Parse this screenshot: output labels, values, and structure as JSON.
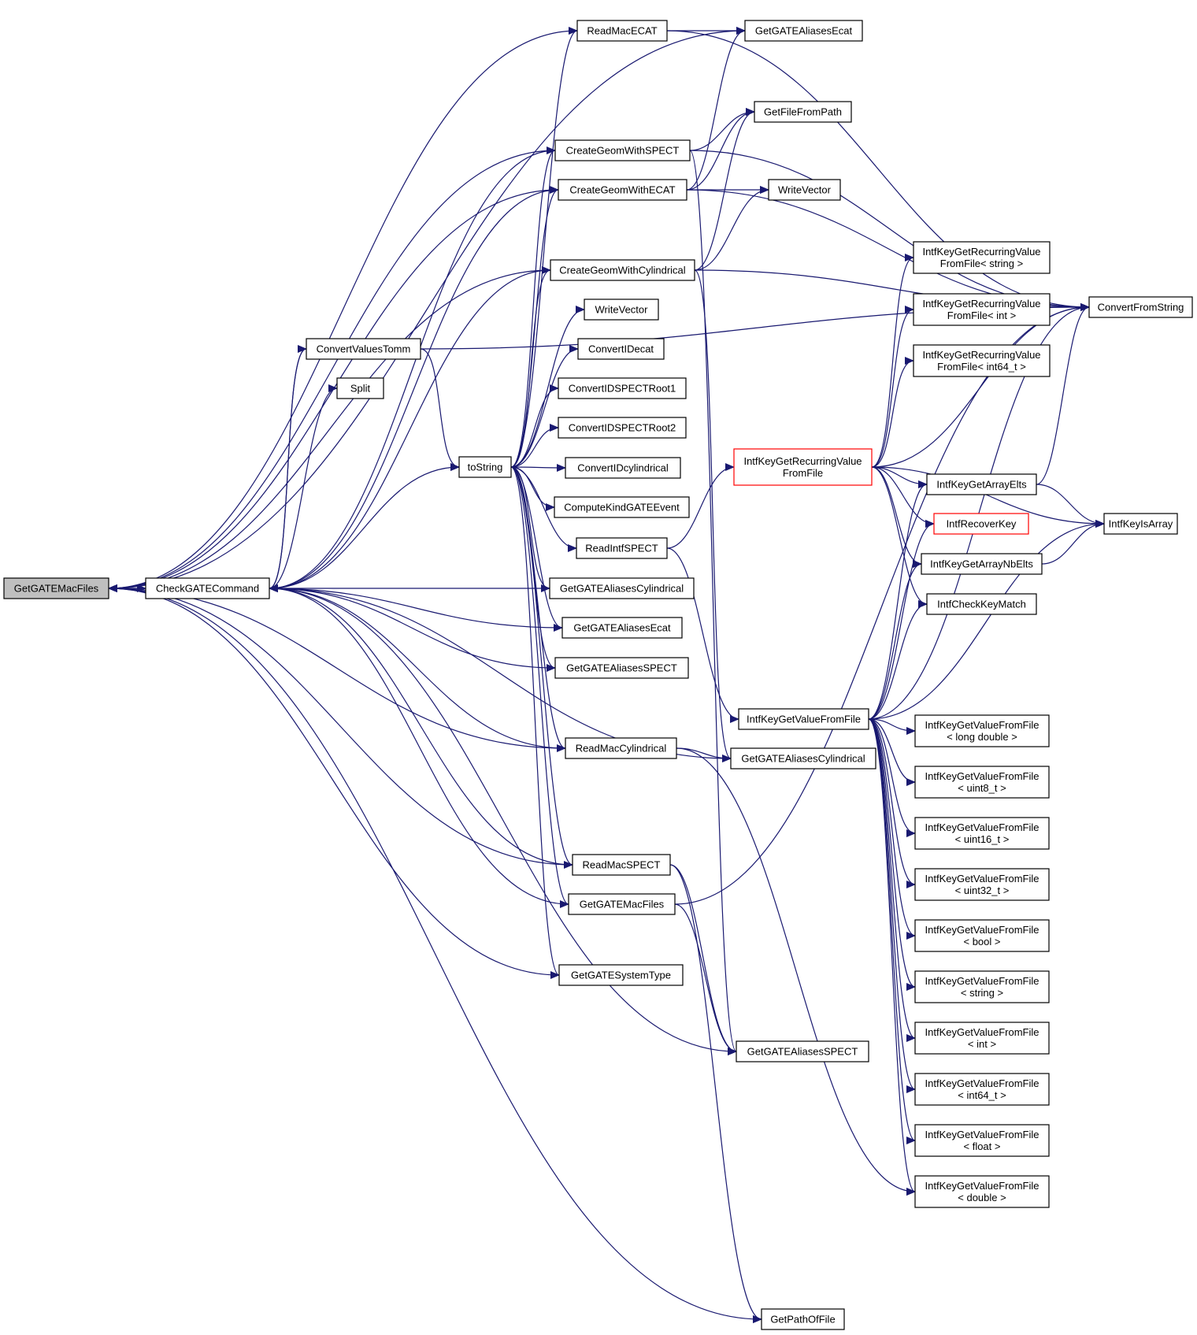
{
  "colors": {
    "edge": "#191970",
    "node_border": "#000000",
    "node_fill": "#ffffff",
    "selected_fill": "#bfbfbf",
    "highlight_border": "#ff0000"
  },
  "nodes": {
    "GetGATEMacFiles_main": [
      "GetGATEMacFiles"
    ],
    "CheckGATECommand": [
      "CheckGATECommand"
    ],
    "ReadMacECAT": [
      "ReadMacECAT"
    ],
    "GetGATEAliasesEcat_top": [
      "GetGATEAliasesEcat"
    ],
    "GetFileFromPath": [
      "GetFileFromPath"
    ],
    "CreateGeomWithSPECT": [
      "CreateGeomWithSPECT"
    ],
    "CreateGeomWithECAT": [
      "CreateGeomWithECAT"
    ],
    "WriteVector_right": [
      "WriteVector"
    ],
    "CreateGeomWithCylindrical": [
      "CreateGeomWithCylindrical"
    ],
    "WriteVector_mid": [
      "WriteVector"
    ],
    "ConvertValuesTomm": [
      "ConvertValuesTomm"
    ],
    "Split": [
      "Split"
    ],
    "ConvertIDecat": [
      "ConvertIDecat"
    ],
    "ConvertIDSPECTRoot1": [
      "ConvertIDSPECTRoot1"
    ],
    "ConvertIDSPECTRoot2": [
      "ConvertIDSPECTRoot2"
    ],
    "toString": [
      "toString"
    ],
    "ConvertIDcylindrical": [
      "ConvertIDcylindrical"
    ],
    "ComputeKindGATEEvent": [
      "ComputeKindGATEEvent"
    ],
    "ReadIntfSPECT": [
      "ReadIntfSPECT"
    ],
    "GetGATEAliasesCylindrical_mid": [
      "GetGATEAliasesCylindrical"
    ],
    "GetGATEAliasesEcat_mid": [
      "GetGATEAliasesEcat"
    ],
    "GetGATEAliasesSPECT_mid": [
      "GetGATEAliasesSPECT"
    ],
    "ReadMacCylindrical": [
      "ReadMacCylindrical"
    ],
    "GetGATEAliasesCylindrical_right": [
      "GetGATEAliasesCylindrical"
    ],
    "ReadMacSPECT": [
      "ReadMacSPECT"
    ],
    "GetGATEMacFiles_mid": [
      "GetGATEMacFiles"
    ],
    "GetGATESystemType": [
      "GetGATESystemType"
    ],
    "GetGATEAliasesSPECT_right": [
      "GetGATEAliasesSPECT"
    ],
    "GetPathOfFile": [
      "GetPathOfFile"
    ],
    "IntfKeyGetRecurringValueFromFile": [
      "IntfKeyGetRecurringValue",
      "FromFile"
    ],
    "IntfKeyGetValueFromFile": [
      "IntfKeyGetValueFromFile"
    ],
    "RecurString": [
      "IntfKeyGetRecurringValue",
      "FromFile< string >"
    ],
    "RecurInt": [
      "IntfKeyGetRecurringValue",
      "FromFile< int >"
    ],
    "RecurInt64": [
      "IntfKeyGetRecurringValue",
      "FromFile< int64_t >"
    ],
    "IntfKeyGetArrayElts": [
      "IntfKeyGetArrayElts"
    ],
    "IntfRecoverKey": [
      "IntfRecoverKey"
    ],
    "IntfKeyGetArrayNbElts": [
      "IntfKeyGetArrayNbElts"
    ],
    "IntfCheckKeyMatch": [
      "IntfCheckKeyMatch"
    ],
    "ConvertFromString": [
      "ConvertFromString"
    ],
    "IntfKeyIsArray": [
      "IntfKeyIsArray"
    ],
    "ValLongDouble": [
      "IntfKeyGetValueFromFile",
      "< long double >"
    ],
    "ValUint8": [
      "IntfKeyGetValueFromFile",
      "< uint8_t >"
    ],
    "ValUint16": [
      "IntfKeyGetValueFromFile",
      "< uint16_t >"
    ],
    "ValUint32": [
      "IntfKeyGetValueFromFile",
      "< uint32_t >"
    ],
    "ValBool": [
      "IntfKeyGetValueFromFile",
      "< bool >"
    ],
    "ValString": [
      "IntfKeyGetValueFromFile",
      "< string >"
    ],
    "ValInt": [
      "IntfKeyGetValueFromFile",
      "< int >"
    ],
    "ValInt64": [
      "IntfKeyGetValueFromFile",
      "< int64_t >"
    ],
    "ValFloat": [
      "IntfKeyGetValueFromFile",
      "< float >"
    ],
    "ValDouble": [
      "IntfKeyGetValueFromFile",
      "< double >"
    ]
  },
  "edges": [
    [
      "GetGATEMacFiles_main",
      "CheckGATECommand"
    ],
    [
      "ReadMacECAT",
      "GetGATEMacFiles_main"
    ],
    [
      "GetGATEAliasesEcat_top",
      "GetGATEMacFiles_main"
    ],
    [
      "CreateGeomWithSPECT",
      "GetGATEMacFiles_main"
    ],
    [
      "CreateGeomWithECAT",
      "GetGATEMacFiles_main"
    ],
    [
      "CreateGeomWithCylindrical",
      "GetGATEMacFiles_main"
    ],
    [
      "ReadMacCylindrical",
      "GetGATEMacFiles_main"
    ],
    [
      "ReadMacSPECT",
      "GetGATEMacFiles_main"
    ],
    [
      "GetGATESystemType",
      "GetGATEMacFiles_main"
    ],
    [
      "GetGATEMacFiles_main",
      "GetPathOfFile"
    ],
    [
      "ReadMacECAT",
      "GetGATEAliasesEcat_top"
    ],
    [
      "ReadMacECAT",
      "ConvertFromString"
    ],
    [
      "CreateGeomWithSPECT",
      "CheckGATECommand"
    ],
    [
      "CreateGeomWithSPECT",
      "GetFileFromPath"
    ],
    [
      "CreateGeomWithSPECT",
      "ConvertFromString"
    ],
    [
      "CreateGeomWithSPECT",
      "GetGATEAliasesSPECT_right"
    ],
    [
      "CreateGeomWithECAT",
      "CheckGATECommand"
    ],
    [
      "CreateGeomWithECAT",
      "GetGATEAliasesEcat_top"
    ],
    [
      "CreateGeomWithECAT",
      "GetFileFromPath"
    ],
    [
      "CreateGeomWithECAT",
      "WriteVector_right"
    ],
    [
      "CreateGeomWithECAT",
      "ConvertFromString"
    ],
    [
      "CreateGeomWithCylindrical",
      "CheckGATECommand"
    ],
    [
      "CreateGeomWithCylindrical",
      "GetFileFromPath"
    ],
    [
      "CreateGeomWithCylindrical",
      "WriteVector_right"
    ],
    [
      "CreateGeomWithCylindrical",
      "ConvertFromString"
    ],
    [
      "CreateGeomWithCylindrical",
      "GetGATEAliasesCylindrical_right"
    ],
    [
      "ConvertValuesTomm",
      "CheckGATECommand"
    ],
    [
      "ConvertValuesTomm",
      "ConvertFromString"
    ],
    [
      "ConvertValuesTomm",
      "toString"
    ],
    [
      "CheckGATECommand",
      "ConvertValuesTomm"
    ],
    [
      "CheckGATECommand",
      "Split"
    ],
    [
      "CheckGATECommand",
      "toString"
    ],
    [
      "toString",
      "ReadMacECAT"
    ],
    [
      "toString",
      "CreateGeomWithSPECT"
    ],
    [
      "toString",
      "CreateGeomWithECAT"
    ],
    [
      "toString",
      "CreateGeomWithCylindrical"
    ],
    [
      "toString",
      "WriteVector_mid"
    ],
    [
      "toString",
      "ConvertIDecat"
    ],
    [
      "toString",
      "ConvertIDSPECTRoot1"
    ],
    [
      "toString",
      "ConvertIDSPECTRoot2"
    ],
    [
      "toString",
      "ConvertIDcylindrical"
    ],
    [
      "toString",
      "ComputeKindGATEEvent"
    ],
    [
      "toString",
      "ReadIntfSPECT"
    ],
    [
      "toString",
      "GetGATEAliasesCylindrical_mid"
    ],
    [
      "toString",
      "GetGATEAliasesEcat_mid"
    ],
    [
      "toString",
      "GetGATEAliasesSPECT_mid"
    ],
    [
      "toString",
      "ReadMacCylindrical"
    ],
    [
      "toString",
      "ReadMacSPECT"
    ],
    [
      "toString",
      "GetGATEMacFiles_mid"
    ],
    [
      "toString",
      "GetGATESystemType"
    ],
    [
      "GetGATEAliasesCylindrical_mid",
      "CheckGATECommand"
    ],
    [
      "GetGATEAliasesEcat_mid",
      "CheckGATECommand"
    ],
    [
      "GetGATEAliasesSPECT_mid",
      "CheckGATECommand"
    ],
    [
      "GetGATEAliasesCylindrical_right",
      "CheckGATECommand"
    ],
    [
      "ReadMacCylindrical",
      "CheckGATECommand"
    ],
    [
      "ReadMacCylindrical",
      "GetGATEAliasesCylindrical_right"
    ],
    [
      "ReadMacCylindrical",
      "ValDouble"
    ],
    [
      "ReadMacSPECT",
      "CheckGATECommand"
    ],
    [
      "ReadMacSPECT",
      "GetGATEAliasesSPECT_right"
    ],
    [
      "ReadMacSPECT",
      "GetPathOfFile"
    ],
    [
      "GetGATEMacFiles_mid",
      "CheckGATECommand"
    ],
    [
      "GetGATEMacFiles_mid",
      "GetGATEAliasesSPECT_right"
    ],
    [
      "GetGATEAliasesSPECT_right",
      "CheckGATECommand"
    ],
    [
      "ReadIntfSPECT",
      "IntfKeyGetRecurringValueFromFile"
    ],
    [
      "ReadIntfSPECT",
      "IntfKeyGetValueFromFile"
    ],
    [
      "IntfKeyGetRecurringValueFromFile",
      "RecurString"
    ],
    [
      "IntfKeyGetRecurringValueFromFile",
      "RecurInt"
    ],
    [
      "IntfKeyGetRecurringValueFromFile",
      "RecurInt64"
    ],
    [
      "IntfKeyGetRecurringValueFromFile",
      "ConvertFromString"
    ],
    [
      "IntfKeyGetRecurringValueFromFile",
      "IntfKeyGetArrayElts"
    ],
    [
      "IntfKeyGetRecurringValueFromFile",
      "IntfRecoverKey"
    ],
    [
      "IntfKeyGetRecurringValueFromFile",
      "IntfKeyGetArrayNbElts"
    ],
    [
      "IntfKeyGetRecurringValueFromFile",
      "IntfCheckKeyMatch"
    ],
    [
      "IntfKeyGetRecurringValueFromFile",
      "IntfKeyIsArray"
    ],
    [
      "IntfKeyGetArrayElts",
      "ConvertFromString"
    ],
    [
      "IntfKeyGetArrayElts",
      "IntfKeyIsArray"
    ],
    [
      "IntfKeyGetArrayNbElts",
      "IntfKeyIsArray"
    ],
    [
      "IntfKeyGetValueFromFile",
      "IntfKeyGetArrayElts"
    ],
    [
      "IntfKeyGetValueFromFile",
      "IntfRecoverKey"
    ],
    [
      "IntfKeyGetValueFromFile",
      "IntfKeyGetArrayNbElts"
    ],
    [
      "IntfKeyGetValueFromFile",
      "IntfCheckKeyMatch"
    ],
    [
      "IntfKeyGetValueFromFile",
      "ConvertFromString"
    ],
    [
      "IntfKeyGetValueFromFile",
      "IntfKeyIsArray"
    ],
    [
      "IntfKeyGetValueFromFile",
      "ValLongDouble"
    ],
    [
      "IntfKeyGetValueFromFile",
      "ValUint8"
    ],
    [
      "IntfKeyGetValueFromFile",
      "ValUint16"
    ],
    [
      "IntfKeyGetValueFromFile",
      "ValUint32"
    ],
    [
      "IntfKeyGetValueFromFile",
      "ValBool"
    ],
    [
      "IntfKeyGetValueFromFile",
      "ValString"
    ],
    [
      "IntfKeyGetValueFromFile",
      "ValInt"
    ],
    [
      "IntfKeyGetValueFromFile",
      "ValInt64"
    ],
    [
      "IntfKeyGetValueFromFile",
      "ValFloat"
    ],
    [
      "IntfKeyGetValueFromFile",
      "ValDouble"
    ],
    [
      "GetGATEMacFiles_mid",
      "ConvertFromString"
    ]
  ]
}
